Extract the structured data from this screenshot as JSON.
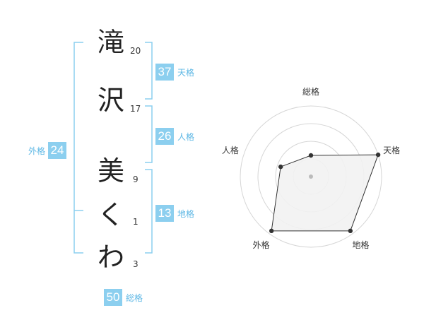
{
  "name": {
    "chars": [
      {
        "char": "滝",
        "strokes": "20"
      },
      {
        "char": "沢",
        "strokes": "17"
      },
      {
        "char": "美",
        "strokes": "9"
      },
      {
        "char": "く",
        "strokes": "1"
      },
      {
        "char": "わ",
        "strokes": "3"
      }
    ]
  },
  "kaku": {
    "tenkaku": {
      "value": "37",
      "label": "天格"
    },
    "jinkaku": {
      "value": "26",
      "label": "人格"
    },
    "chikaku": {
      "value": "13",
      "label": "地格"
    },
    "gaikaku": {
      "value": "24",
      "label": "外格"
    },
    "soukaku": {
      "value": "50",
      "label": "総格"
    }
  },
  "colors": {
    "accent": "#8ccfef",
    "label_blue": "#5fb8e5",
    "bracket": "#8ccfef"
  },
  "chart_data": {
    "type": "radar",
    "axes": [
      "総格",
      "天格",
      "地格",
      "外格",
      "人格"
    ],
    "values": [
      50,
      37,
      13,
      24,
      26
    ],
    "relative_levels": [
      0.3,
      1.0,
      0.95,
      0.95,
      0.45
    ],
    "rings": 4,
    "fill": "#f2f2f2",
    "stroke": "#333333"
  }
}
